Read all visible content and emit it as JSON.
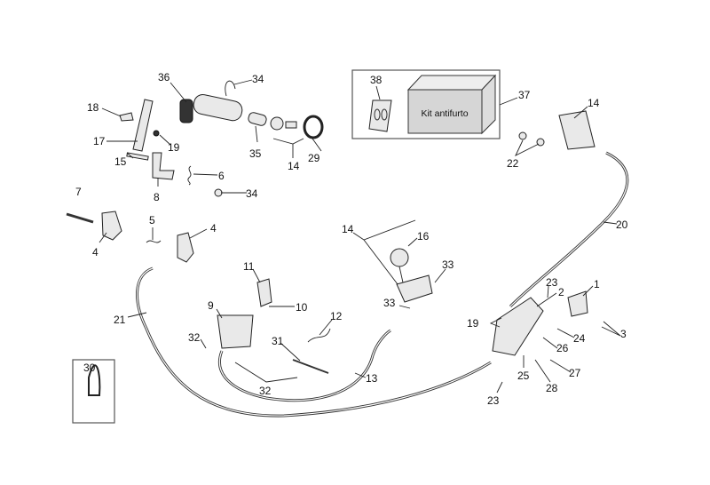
{
  "diagram": {
    "kit_label": "Kit antifurto",
    "labels": [
      "36",
      "34",
      "18",
      "17",
      "19",
      "35",
      "14",
      "29",
      "15",
      "8",
      "6",
      "34",
      "7",
      "4",
      "5",
      "4",
      "38",
      "37",
      "14",
      "22",
      "20",
      "14",
      "16",
      "33",
      "33",
      "11",
      "10",
      "9",
      "12",
      "31",
      "32",
      "32",
      "13",
      "21",
      "30",
      "23",
      "1",
      "2",
      "19",
      "3",
      "24",
      "26",
      "27",
      "25",
      "28",
      "23"
    ]
  }
}
